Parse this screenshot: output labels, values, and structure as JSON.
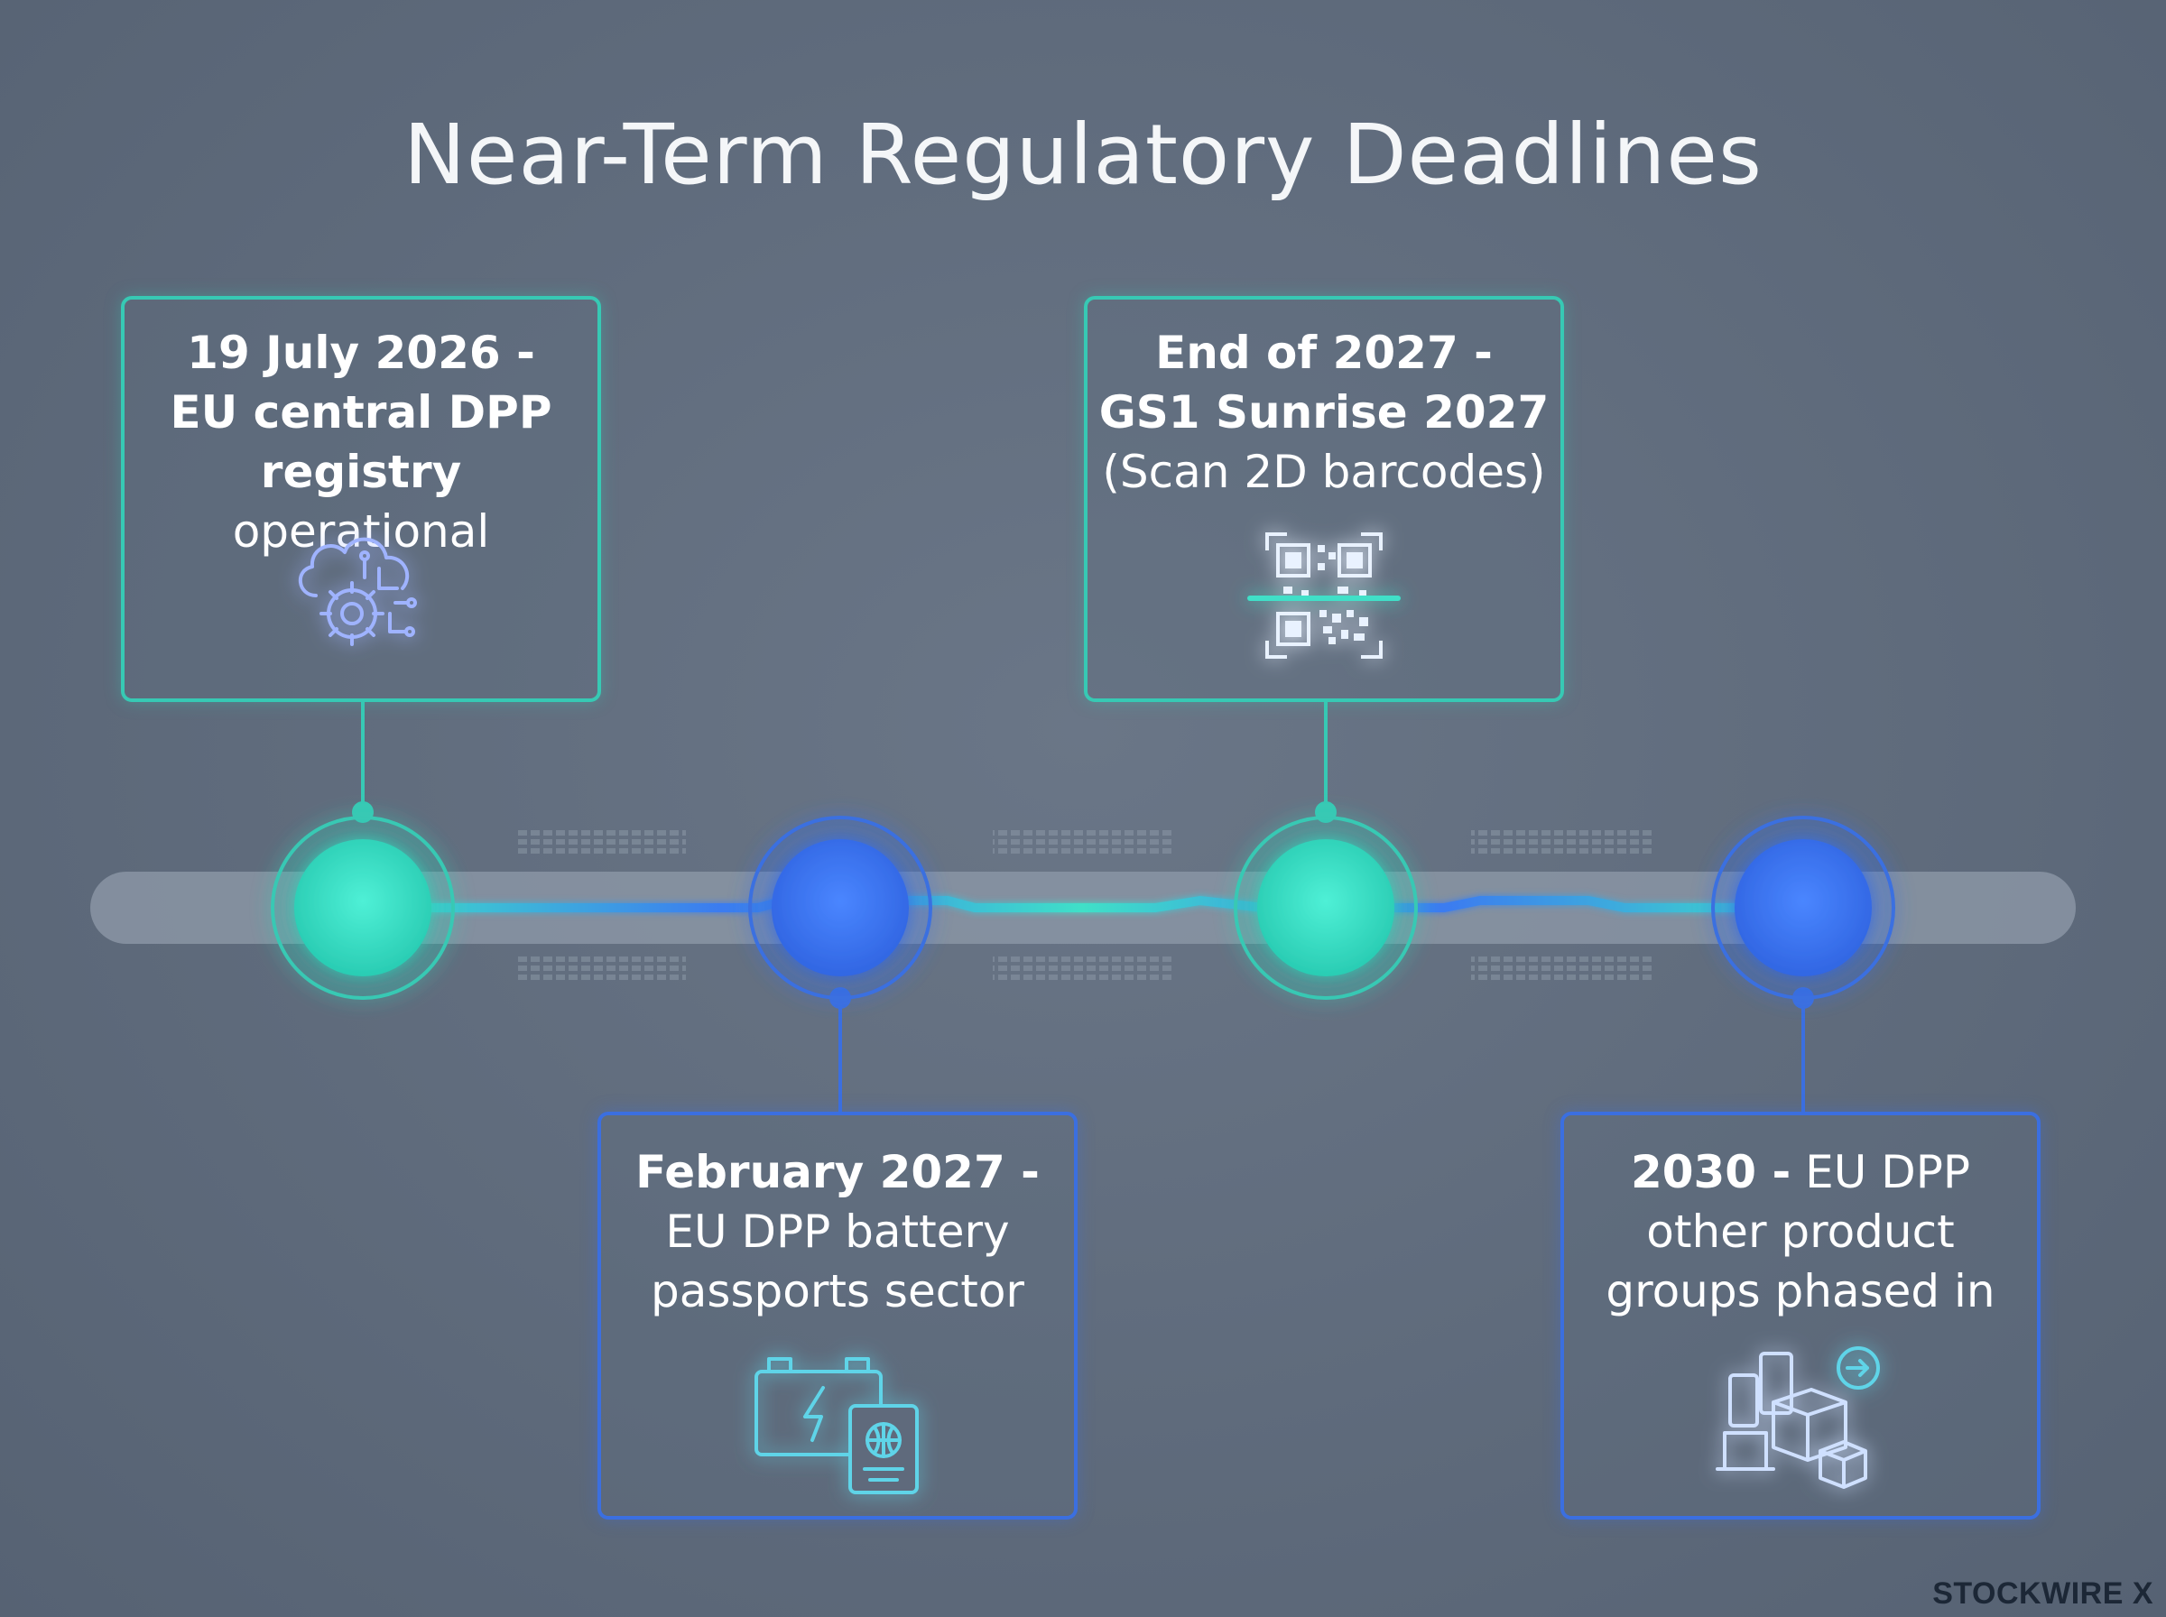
{
  "title": "Near-Term Regulatory Deadlines",
  "colors": {
    "teal": "#37c9b4",
    "blue": "#3b6fe0",
    "background": "#5f6b7c"
  },
  "milestones": [
    {
      "line1": "19 July 2026 -",
      "line2": "EU central DPP",
      "line3_bold": "registry",
      "line3_rest": " operational",
      "color": "teal",
      "icon": "cloud-gear-icon"
    },
    {
      "line1": "February 2027 -",
      "line2": "EU DPP battery",
      "line3": "passports sector",
      "color": "blue",
      "icon": "battery-passport-icon"
    },
    {
      "line1": "End of 2027 -",
      "line2": "GS1 Sunrise 2027",
      "line3": "(Scan 2D barcodes)",
      "color": "teal",
      "icon": "qr-code-scan-icon"
    },
    {
      "line1_bold": "2030 -",
      "line1_rest": " EU DPP",
      "line2": "other product",
      "line3": "groups phased in",
      "color": "blue",
      "icon": "products-boxes-icon"
    }
  ],
  "brand": "STOCKWIRE X"
}
